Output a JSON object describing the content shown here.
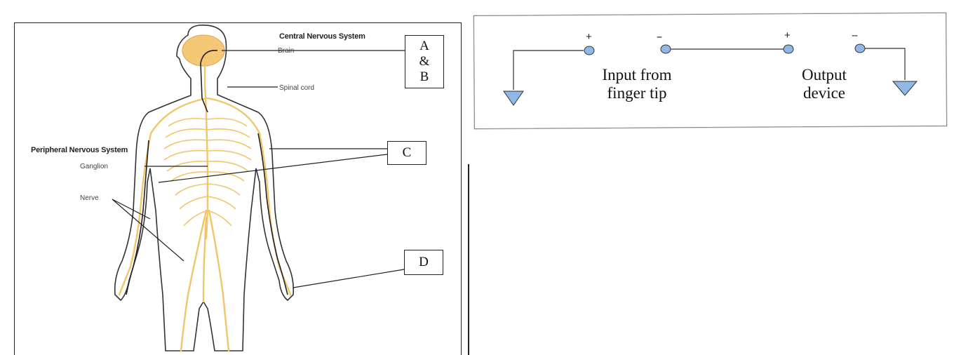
{
  "anatomy": {
    "header_cns": "Central Nervous System",
    "header_pns": "Peripheral Nervous System",
    "label_brain": "Brain",
    "label_spinal": "Spinal cord",
    "label_ganglion": "Ganglion",
    "label_nerve": "Nerve",
    "box_ab": [
      "A",
      "&",
      "B"
    ],
    "box_c": "C",
    "box_d": "D"
  },
  "circuit": {
    "input_line1": "Input from",
    "input_line2": "finger tip",
    "output_line1": "Output",
    "output_line2": "device",
    "terminal_signs": [
      "+",
      "--",
      "+",
      "--"
    ]
  },
  "colors": {
    "nerve": "#f2c56b",
    "brain": "#f5c878",
    "terminal_fill": "#8fb8e6",
    "ground_fill": "#8fb8e6"
  }
}
